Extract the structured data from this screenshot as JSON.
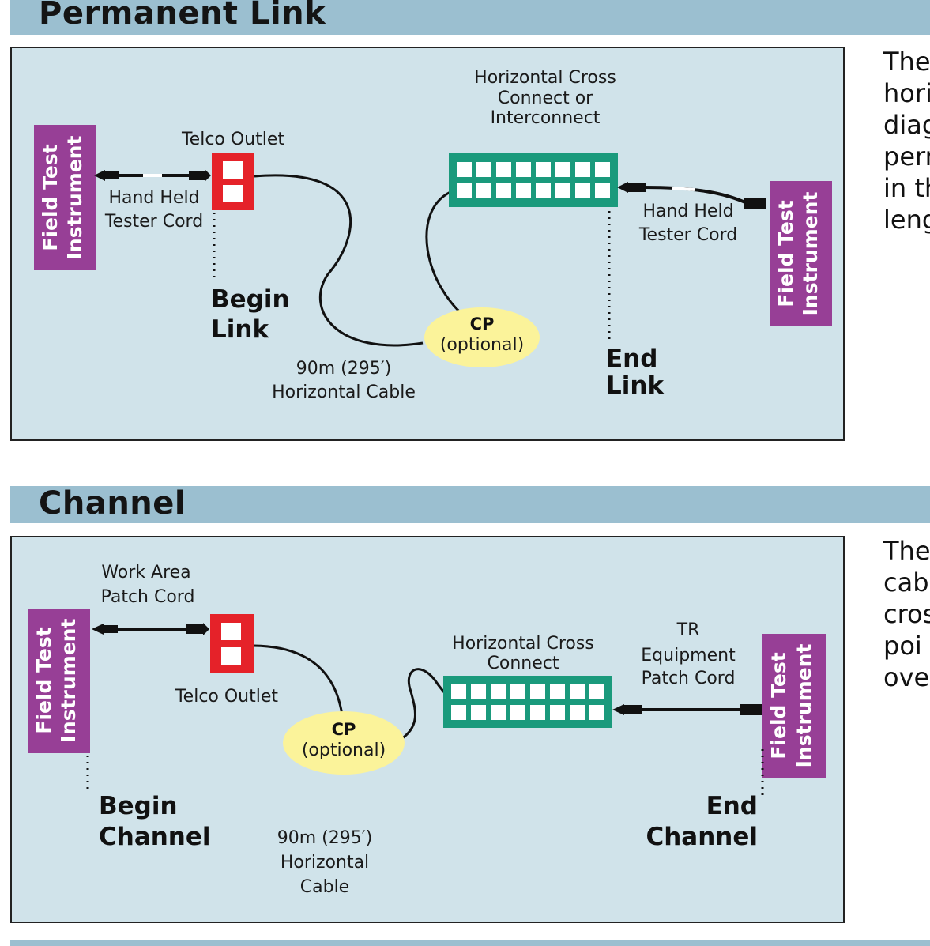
{
  "permanent_link": {
    "heading": "Permanent Link",
    "left_instrument": [
      "Field Test",
      "Instrument"
    ],
    "right_instrument": [
      "Field Test",
      "Instrument"
    ],
    "telco_outlet": "Telco Outlet",
    "left_cord": [
      "Hand Held",
      "Tester Cord"
    ],
    "right_cord": [
      "Hand Held",
      "Tester Cord"
    ],
    "cross_connect": [
      "Horizontal Cross",
      "Connect or",
      "Interconnect"
    ],
    "begin": [
      "Begin",
      "Link"
    ],
    "end": [
      "End",
      "Link"
    ],
    "cp": [
      "CP",
      "(optional)"
    ],
    "cable": [
      "90m (295′)",
      "Horizontal Cable"
    ],
    "side_text": [
      "The",
      "hori",
      "diag",
      "perm",
      "in th",
      "leng"
    ]
  },
  "channel": {
    "heading": "Channel",
    "left_instrument": [
      "Field Test",
      "Instrument"
    ],
    "right_instrument": [
      "Field Test",
      "Instrument"
    ],
    "work_area_cord": [
      "Work Area",
      "Patch Cord"
    ],
    "telco_outlet": "Telco Outlet",
    "cross_connect": [
      "Horizontal Cross",
      "Connect"
    ],
    "tr_cord": [
      "TR",
      "Equipment",
      "Patch Cord"
    ],
    "begin": [
      "Begin",
      "Channel"
    ],
    "end": [
      "End",
      "Channel"
    ],
    "cp": [
      "CP",
      "(optional)"
    ],
    "cable": [
      "90m (295′)",
      "Horizontal",
      "Cable"
    ],
    "side_text": [
      "The",
      "cab",
      "cros",
      "poi",
      "ove"
    ]
  },
  "colors": {
    "header_bar": "#9bbfd0",
    "panel": "#d0e3ea",
    "instrument": "#973f96",
    "outlet": "#e52229",
    "patch_panel": "#1a9a7c",
    "cp_ellipse": "#fbf39a"
  }
}
